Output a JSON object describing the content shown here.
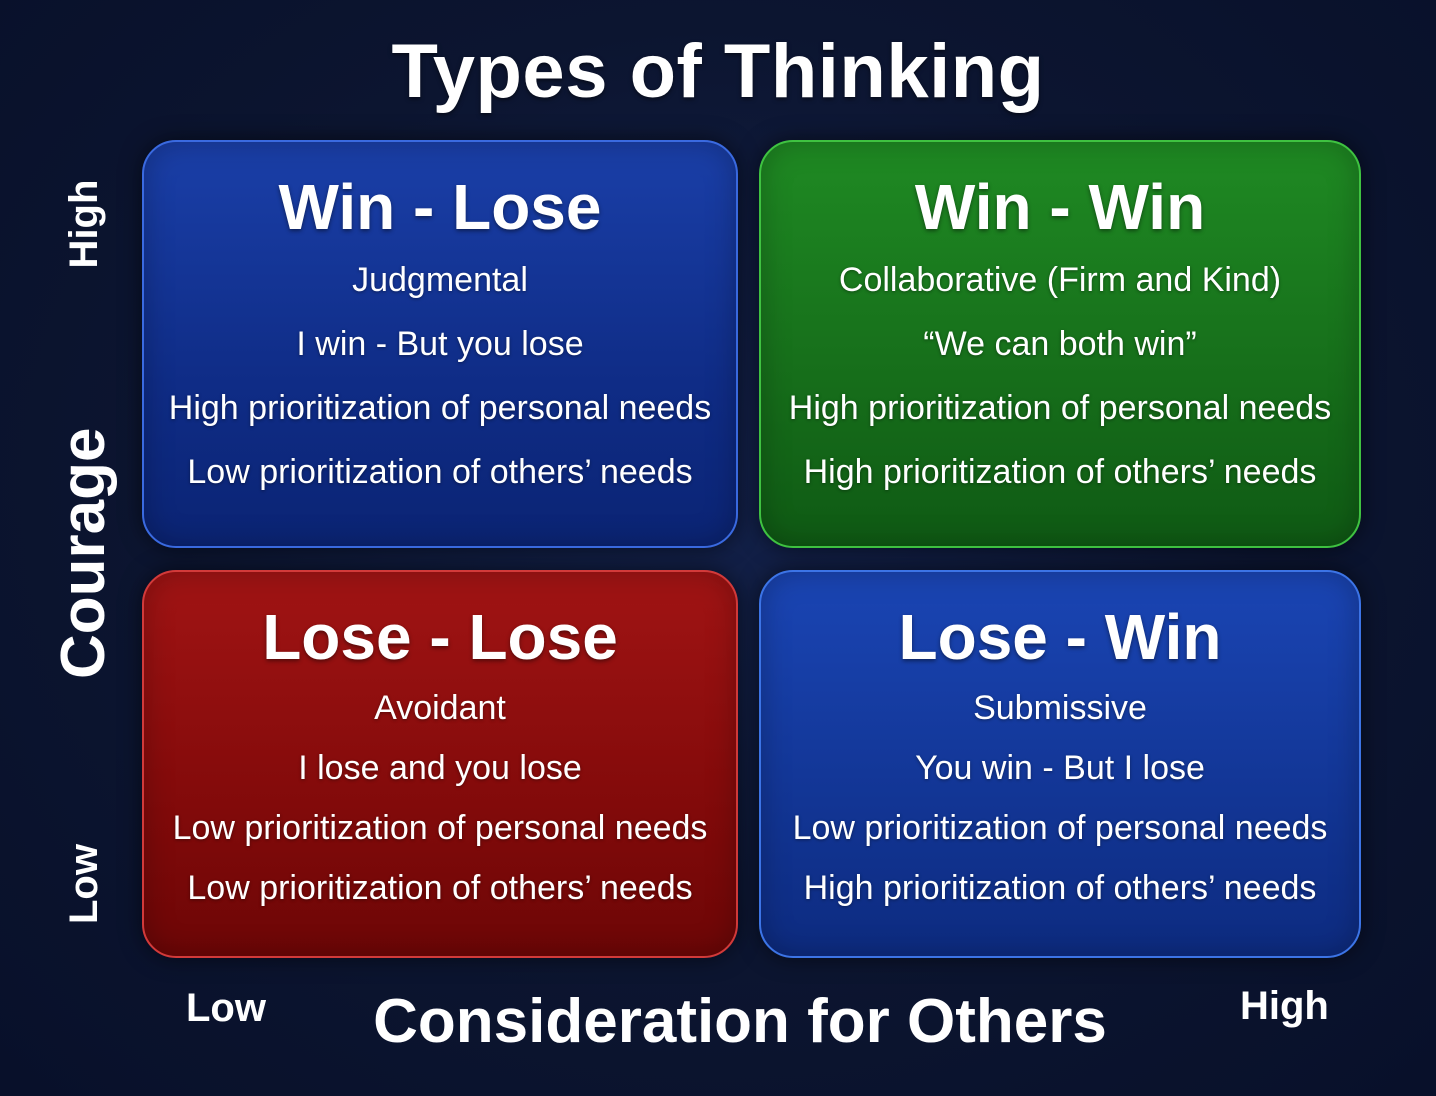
{
  "title": "Types of Thinking",
  "y_axis": {
    "label": "Courage",
    "high": "High",
    "low": "Low"
  },
  "x_axis": {
    "label": "Consideration for Others",
    "low": "Low",
    "high": "High"
  },
  "quadrants": {
    "top_left": {
      "heading": "Win - Lose",
      "color": "#0f2c86",
      "lines": [
        "Judgmental",
        "I win - But you lose",
        "High prioritization of personal needs",
        "Low prioritization of others’ needs"
      ]
    },
    "top_right": {
      "heading": "Win - Win",
      "color": "#166d1a",
      "lines": [
        "Collaborative (Firm and Kind)",
        "“We can both win”",
        "High prioritization of personal needs",
        "High prioritization of others’ needs"
      ]
    },
    "bottom_left": {
      "heading": "Lose - Lose",
      "color": "#850b0b",
      "lines": [
        "Avoidant",
        "I lose and you lose",
        "Low prioritization of personal needs",
        "Low prioritization of others’ needs"
      ]
    },
    "bottom_right": {
      "heading": "Lose - Win",
      "color": "#123594",
      "lines": [
        "Submissive",
        "You win - But I lose",
        "Low prioritization of personal needs",
        "High prioritization of others’ needs"
      ]
    }
  },
  "colors": {
    "background": "#0c1530",
    "text": "#ffffff"
  }
}
